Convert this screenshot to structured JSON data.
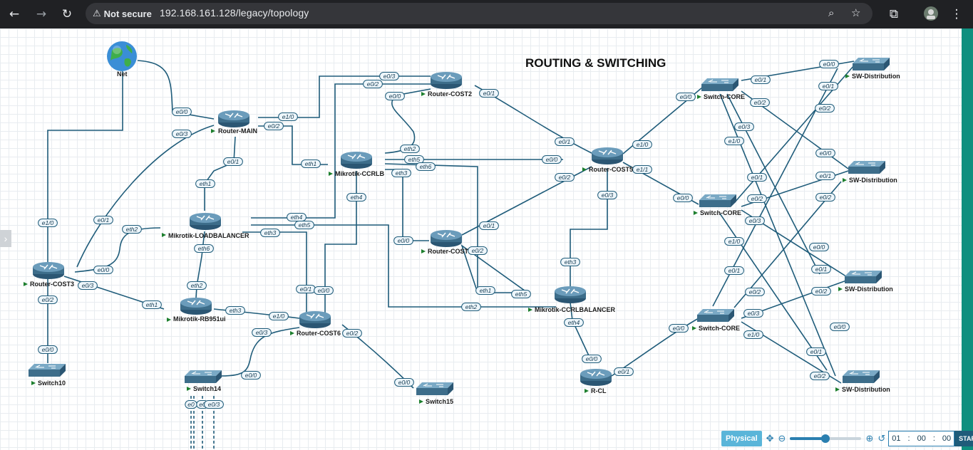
{
  "browser": {
    "security_label": "Not secure",
    "url": "192.168.161.128/legacy/topology"
  },
  "topology": {
    "title": "ROUTING & SWITCHING",
    "nodes": [
      {
        "id": "net",
        "label": "Net",
        "kind": "cloud"
      },
      {
        "id": "rmain",
        "label": "Router-MAIN",
        "kind": "router"
      },
      {
        "id": "rcost2",
        "label": "Router-COST2",
        "kind": "router"
      },
      {
        "id": "ccrlb",
        "label": "Mikrotik-CCRLB",
        "kind": "router"
      },
      {
        "id": "rcost5",
        "label": "Router-COST5",
        "kind": "router"
      },
      {
        "id": "lb",
        "label": "Mikrotik-LOADBALANCER",
        "kind": "router"
      },
      {
        "id": "rcost",
        "label": "Router-COST",
        "kind": "router"
      },
      {
        "id": "rcost3",
        "label": "Router-COST3",
        "kind": "router"
      },
      {
        "id": "rb951",
        "label": "Mikrotik-RB951ui",
        "kind": "router"
      },
      {
        "id": "rcost6",
        "label": "Router-COST6",
        "kind": "router"
      },
      {
        "id": "ccrlbal",
        "label": "Mikrotik-CCRLBALANCER",
        "kind": "router"
      },
      {
        "id": "rcl",
        "label": "R-CL",
        "kind": "router"
      },
      {
        "id": "sw10",
        "label": "Switch10",
        "kind": "switch"
      },
      {
        "id": "sw14",
        "label": "Switch14",
        "kind": "switch"
      },
      {
        "id": "sw15",
        "label": "Switch15",
        "kind": "switch"
      },
      {
        "id": "core1",
        "label": "Switch-CORE",
        "kind": "switch"
      },
      {
        "id": "core2",
        "label": "Switch-CORE",
        "kind": "switch"
      },
      {
        "id": "core3",
        "label": "Switch-CORE",
        "kind": "switch"
      },
      {
        "id": "dist1",
        "label": "SW-Distribution",
        "kind": "switch"
      },
      {
        "id": "dist2",
        "label": "SW-Distribution",
        "kind": "switch"
      },
      {
        "id": "dist3",
        "label": "SW-Distribution",
        "kind": "switch"
      },
      {
        "id": "dist4",
        "label": "SW-Distribution",
        "kind": "switch"
      }
    ],
    "ports": [
      "e0/0",
      "e0/1",
      "e0/2",
      "e0/3",
      "e1/0",
      "e1/1",
      "eth1",
      "eth2",
      "eth3",
      "eth4",
      "eth5",
      "eth6",
      "e0",
      "e0/3"
    ]
  },
  "toolbar": {
    "view_label": "Physical",
    "zoom_level": 0.5,
    "timer": {
      "h": "01",
      "m": "00",
      "s": "00"
    },
    "start_label": "START"
  },
  "colors": {
    "link": "#1f5c7a",
    "device": "#3d6d8a",
    "accent": "#5ab5d9",
    "status": "#1d7f2e"
  },
  "icons": [
    "back-arrow-icon",
    "forward-arrow-icon",
    "reload-icon",
    "warning-icon",
    "zoom-icon",
    "star-icon",
    "extensions-icon",
    "profile-avatar-icon",
    "menu-dots-icon",
    "fit-icon",
    "zoom-out-icon",
    "zoom-in-icon",
    "reset-icon"
  ]
}
